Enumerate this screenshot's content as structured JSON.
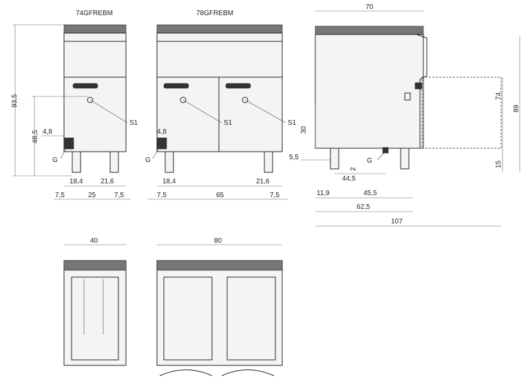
{
  "models": {
    "left": "74GFREBM",
    "right": "78GFREBM"
  },
  "labels": {
    "burner_symbol": "S1",
    "gas_connection": "G"
  },
  "front_dims": {
    "total_height": "93,5",
    "height_to_s1": "48,5",
    "offset_top": "4,8",
    "left_foot_offset": "18,4",
    "right_foot_offset": "21,6",
    "margin": "7,5",
    "inner_width_small": "25",
    "inner_width_large": "65"
  },
  "side_dims": {
    "depth_top": "70",
    "height_body": "74",
    "height_total": "89",
    "height_30": "30",
    "leg_15": "15",
    "gas_2": "2",
    "offset_55": "5,5",
    "dist_445": "44,5",
    "dist_119": "11,9",
    "dist_455": "45,5",
    "dist_625": "62,5",
    "depth_total": "107"
  },
  "top_dims": {
    "width_small": "40",
    "width_large": "80"
  },
  "colors": {
    "line": "#222222",
    "fill": "#f4f4f4",
    "dark": "#333333"
  }
}
